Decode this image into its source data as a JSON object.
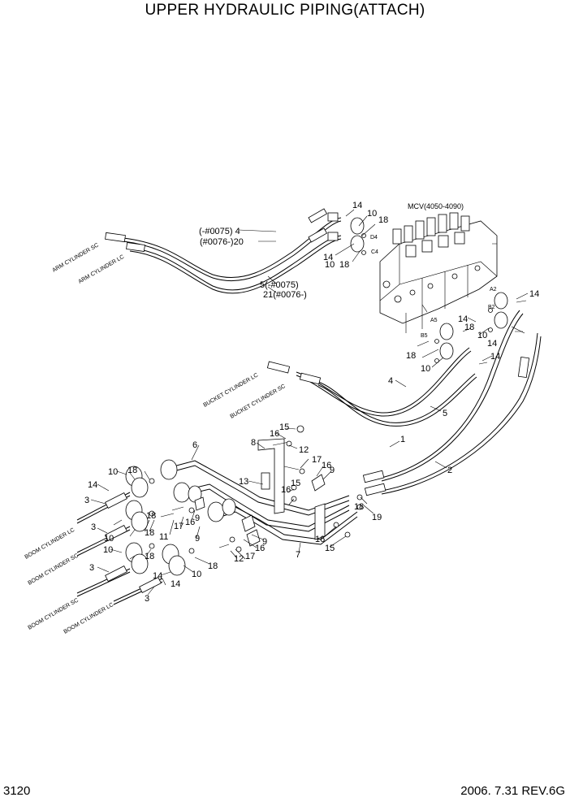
{
  "title": "UPPER HYDRAULIC PIPING(ATTACH)",
  "page_number": "3120",
  "revision": "2006. 7.31  REV.6G",
  "mcv_label": "MCV(4050-4090)",
  "port_labels": {
    "d4": "D4",
    "c4": "C4",
    "a2": "A2",
    "b2": "B2",
    "a5": "A5",
    "b5": "B5"
  },
  "hose_labels": {
    "arm_sc": "ARM CYLINDER SC",
    "arm_lc": "ARM CYLINDER LC",
    "bucket_lc": "BUCKET CYLINDER LC",
    "bucket_sc": "BUCKET CYLINDER SC",
    "boom_lc_1": "BOOM CYLINDER LC",
    "boom_sc_1": "BOOM CYLINDER SC",
    "boom_sc_2": "BOOM CYLINDER SC",
    "boom_lc_2": "BOOM CYLINDER LC"
  },
  "callouts": {
    "c_4_line": "(-#0075) 4",
    "c_20_line": "(#0076-)20",
    "c_5_line": "5(-#0075)",
    "c_21_line": "21(#0076-)",
    "n1": "1",
    "n2": "2",
    "n3a": "3",
    "n3b": "3",
    "n3c": "3",
    "n3d": "3",
    "n4": "4",
    "n5": "5",
    "n6": "6",
    "n7": "7",
    "n8": "8",
    "n9a": "9",
    "n9b": "9",
    "n9c": "9",
    "n9d": "9",
    "n10a": "10",
    "n10b": "10",
    "n10c": "10",
    "n10d": "10",
    "n10e": "10",
    "n10f": "10",
    "n10g": "10",
    "n10h": "10",
    "n11": "11",
    "n12a": "12",
    "n12b": "12",
    "n13": "13",
    "n14a": "14",
    "n14b": "14",
    "n14c": "14",
    "n14d": "14",
    "n14e": "14",
    "n14f": "14",
    "n14g": "14",
    "n14h": "14",
    "n14i": "14",
    "n15a": "15",
    "n15b": "15",
    "n15c": "15",
    "n16a": "16",
    "n16b": "16",
    "n16c": "16",
    "n16d": "16",
    "n16e": "16",
    "n16f": "16",
    "n17a": "17",
    "n17b": "17",
    "n17c": "17",
    "n18a": "18",
    "n18b": "18",
    "n18c": "18",
    "n18d": "18",
    "n18e": "18",
    "n18f": "18",
    "n18g": "18",
    "n18h": "18",
    "n18i": "18",
    "n18j": "18",
    "n19": "19"
  }
}
